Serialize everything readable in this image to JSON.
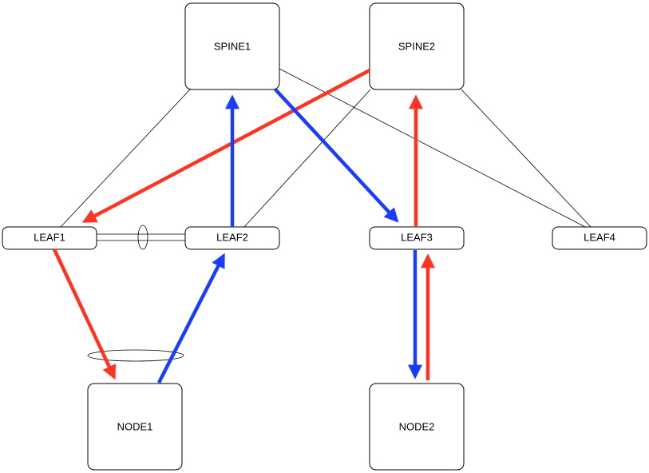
{
  "nodes": {
    "spine1": "SPINE1",
    "spine2": "SPINE2",
    "leaf1": "LEAF1",
    "leaf2": "LEAF2",
    "leaf3": "LEAF3",
    "leaf4": "LEAF4",
    "node1": "NODE1",
    "node2": "NODE2"
  },
  "colors": {
    "red_flow": "#ff3322",
    "blue_flow": "#1a3cff",
    "link": "#000000"
  }
}
